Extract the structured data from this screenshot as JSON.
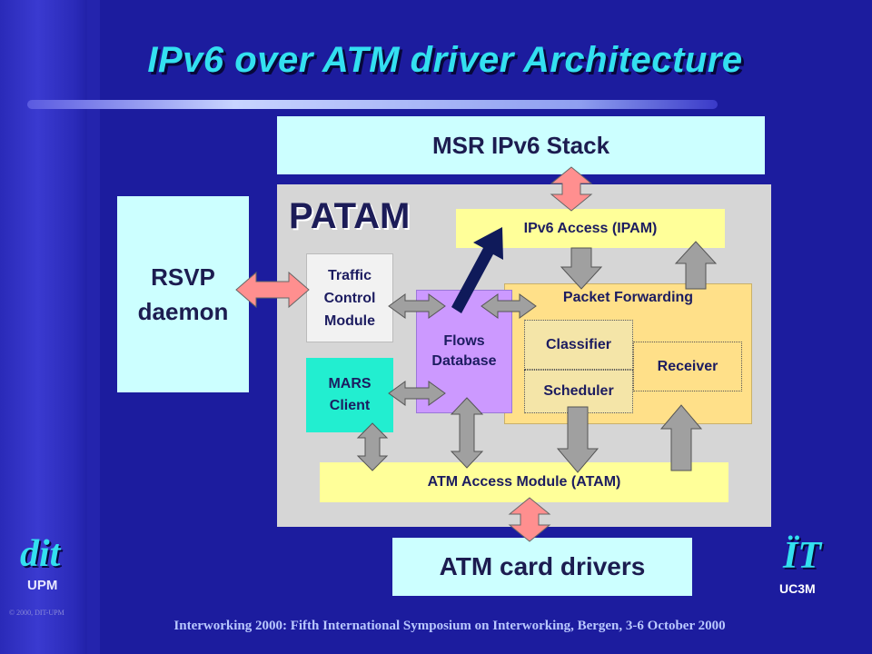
{
  "slide": {
    "title": "IPv6 over ATM driver Architecture",
    "footer": "Interworking 2000:  Fifth International Symposium on Interworking, Bergen, 3-6 October 2000",
    "copyright": "© 2000, DIT-UPM"
  },
  "logos": {
    "left_mark": "dit",
    "left_sub": "UPM",
    "right_mark": "ÏT",
    "right_sub": "UC3M"
  },
  "diagram": {
    "msr_stack": "MSR IPv6  Stack",
    "patam": "PATAM",
    "rsvp": [
      "RSVP",
      "daemon"
    ],
    "ipam": "IPv6 Access (IPAM)",
    "traffic_control": [
      "Traffic",
      "Control",
      "Module"
    ],
    "flows_db": [
      "Flows",
      "Database"
    ],
    "mars": [
      "MARS",
      "Client"
    ],
    "packet_forwarding": "Packet Forwarding",
    "classifier": "Classifier",
    "scheduler": "Scheduler",
    "receiver": "Receiver",
    "atam": "ATM Access Module (ATAM)",
    "atm_drivers": "ATM card drivers"
  },
  "colors": {
    "background": "#1c1c9e",
    "title": "#33e0f0",
    "light_cyan_box": "#ccffff",
    "yellow_box": "#ffff99",
    "packet_forwarding": "#ffe089",
    "flows_db": "#cc99ff",
    "mars": "#22eed0",
    "pink_arrow": "#ff8f8f",
    "gray_arrow": "#a0a0a0",
    "navy_arrow": "#0f1a5a"
  }
}
